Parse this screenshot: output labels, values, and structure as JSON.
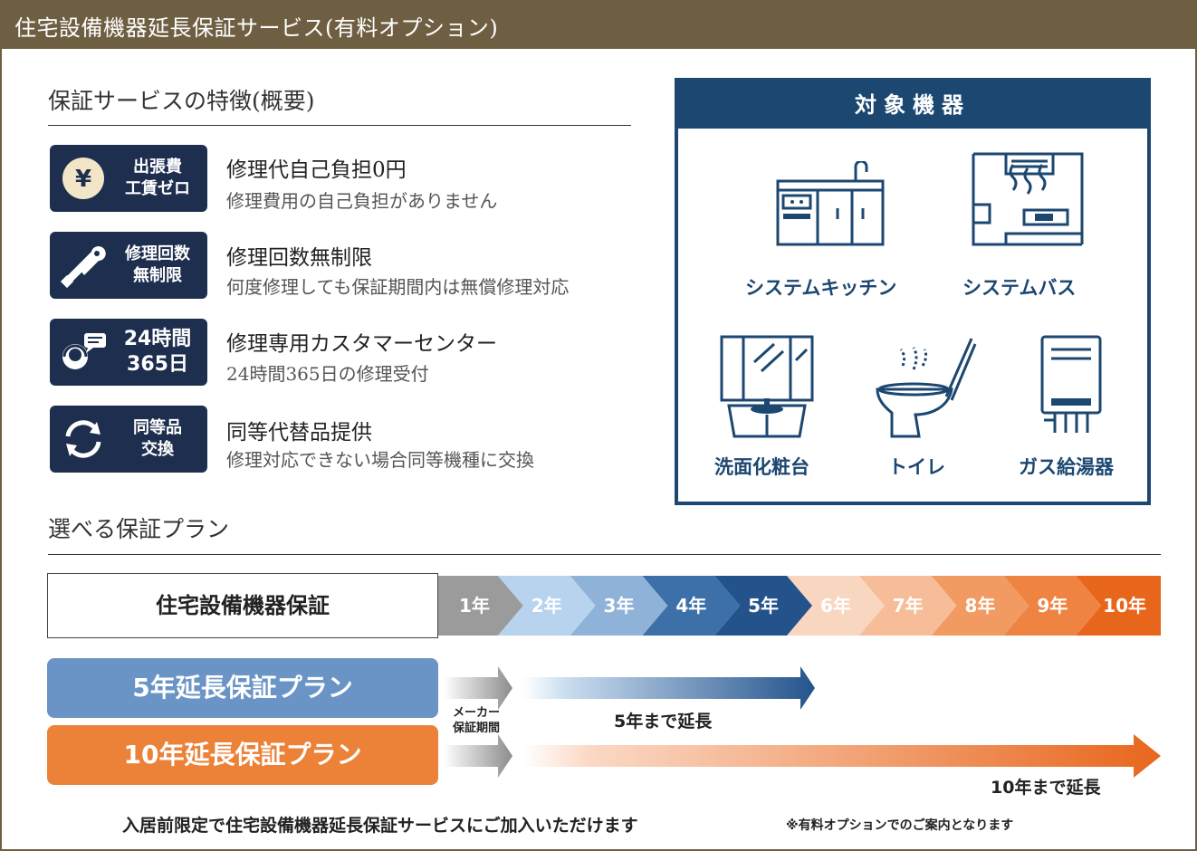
{
  "header": {
    "title": "住宅設備機器延長保証サービス(有料オプション)"
  },
  "features_section": {
    "title": "保証サービスの特徴(概要)",
    "items": [
      {
        "badge_lines": [
          "出張費",
          "工賃ゼロ"
        ],
        "icon": "yen-coin-icon",
        "title": "修理代自己負担0円",
        "desc": "修理費用の自己負担がありません"
      },
      {
        "badge_lines": [
          "修理回数",
          "無制限"
        ],
        "icon": "wrench-hand-icon",
        "title": "修理回数無制限",
        "desc": "何度修理しても保証期間内は無償修理対応"
      },
      {
        "badge_lines": [
          "24時間",
          "365日"
        ],
        "icon": "headset-operator-icon",
        "title": "修理専用カスタマーセンター",
        "desc": "24時間365日の修理受付"
      },
      {
        "badge_lines": [
          "同等品",
          "交換"
        ],
        "icon": "exchange-arrows-icon",
        "title": "同等代替品提供",
        "desc": "修理対応できない場合同等機種に交換"
      }
    ]
  },
  "equipment": {
    "title": "対象機器",
    "items": [
      {
        "label": "システムキッチン",
        "icon": "kitchen-icon"
      },
      {
        "label": "システムバス",
        "icon": "bathroom-icon"
      },
      {
        "label": "洗面化粧台",
        "icon": "vanity-icon"
      },
      {
        "label": "トイレ",
        "icon": "toilet-icon"
      },
      {
        "label": "ガス給湯器",
        "icon": "water-heater-icon"
      }
    ]
  },
  "plans_section": {
    "title": "選べる保証プラン",
    "standard_label": "住宅設備機器保証",
    "years": [
      {
        "label": "1年",
        "color": "#9b9b9b"
      },
      {
        "label": "2年",
        "color": "#b7d3ee"
      },
      {
        "label": "3年",
        "color": "#8fb2d9"
      },
      {
        "label": "4年",
        "color": "#3d6fa8"
      },
      {
        "label": "5年",
        "color": "#24538c"
      },
      {
        "label": "6年",
        "color": "#f9d6c0"
      },
      {
        "label": "7年",
        "color": "#f6bd98"
      },
      {
        "label": "8年",
        "color": "#f19a62"
      },
      {
        "label": "9年",
        "color": "#ee8342"
      },
      {
        "label": "10年",
        "color": "#e8661c"
      }
    ],
    "plan5_label": "5年延長保証プラン",
    "plan10_label": "10年延長保証プラン",
    "maker_period_line1": "メーカー",
    "maker_period_line2": "保証期間",
    "extend5_label": "5年まで延長",
    "extend10_label": "10年まで延長"
  },
  "footer": {
    "main": "入居前限定で住宅設備機器延長保証サービスにご加入いただけます",
    "note": "※有料オプションでのご案内となります"
  },
  "colors": {
    "header": "#6f5f42",
    "navy": "#1e2e4e",
    "equipment_blue": "#1c4771",
    "plan5": "#6a94c5",
    "plan10": "#ec8138"
  }
}
